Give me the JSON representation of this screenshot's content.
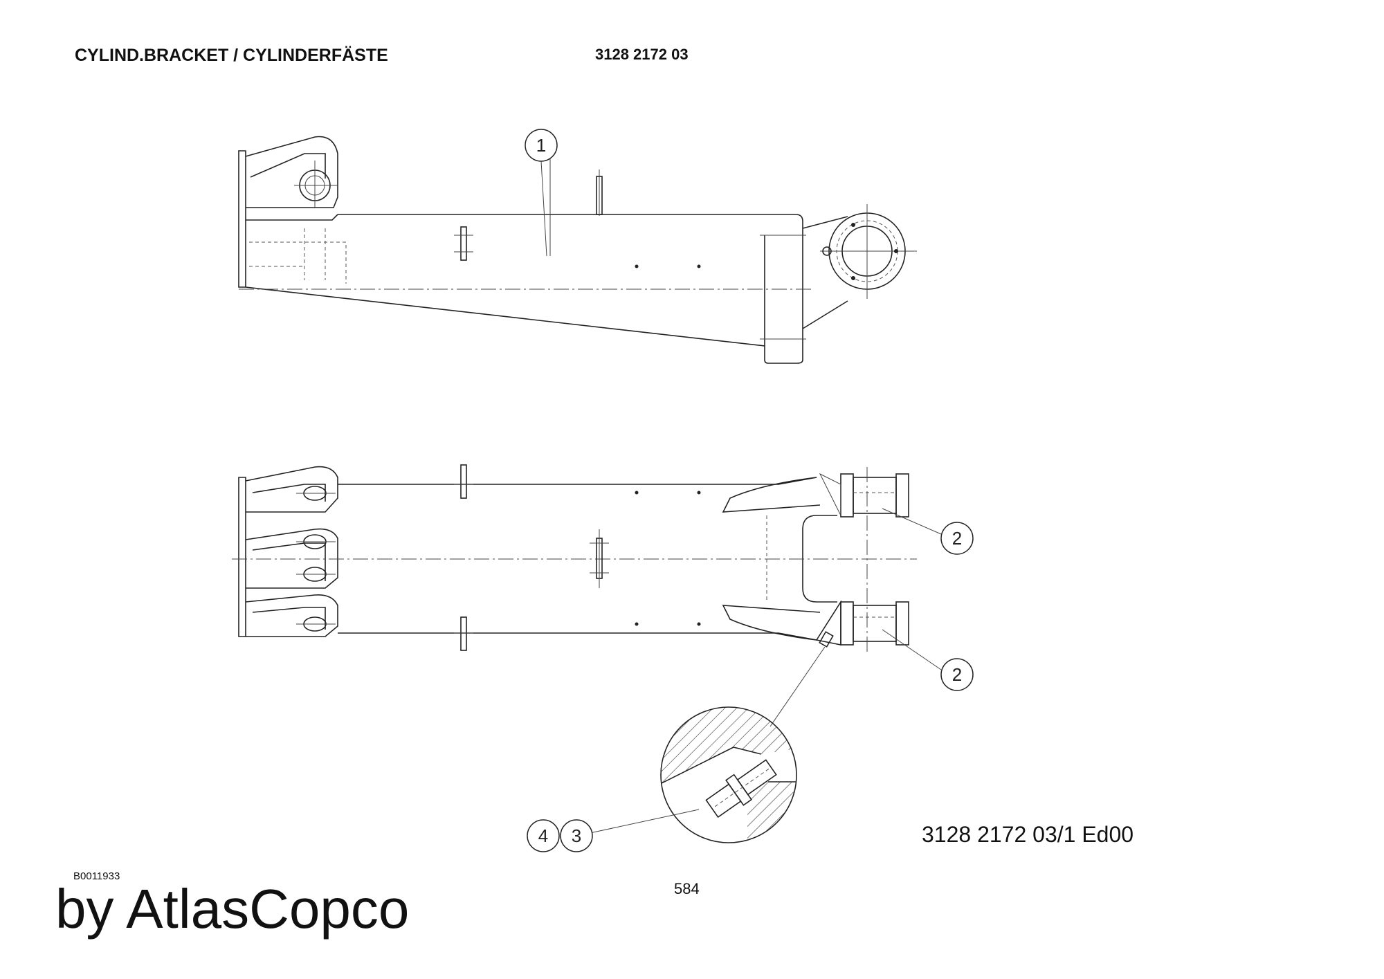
{
  "header": {
    "title": "CYLIND.BRACKET / CYLINDERFÄSTE",
    "part_number": "3128 2172 03"
  },
  "drawing": {
    "reference": "3128 2172 03/1  Ed00",
    "balloons": [
      "1",
      "2",
      "2",
      "4",
      "3"
    ]
  },
  "footer": {
    "doc_id": "B0011933",
    "page_number": "584",
    "brand": "by AtlasCopco"
  }
}
